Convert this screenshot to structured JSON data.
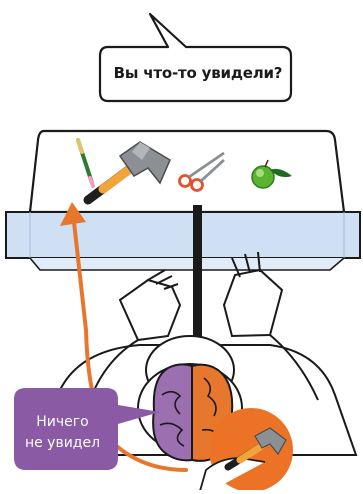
{
  "question": "Вы что-то увидели?",
  "answer_lines": [
    "Ничего",
    "не увидел"
  ],
  "objects_on_screen": [
    "pencil-icon",
    "hammer-icon",
    "scissors-icon",
    "apple-icon"
  ],
  "object_in_hand": "hammer-icon",
  "colors": {
    "left_hemisphere": "#9b6fb0",
    "right_hemisphere": "#e8772e",
    "arrow": "#e8772e",
    "answer_box": "#8a5aa5",
    "hand_circle": "#ec7326",
    "table": "#cfe0f5"
  }
}
